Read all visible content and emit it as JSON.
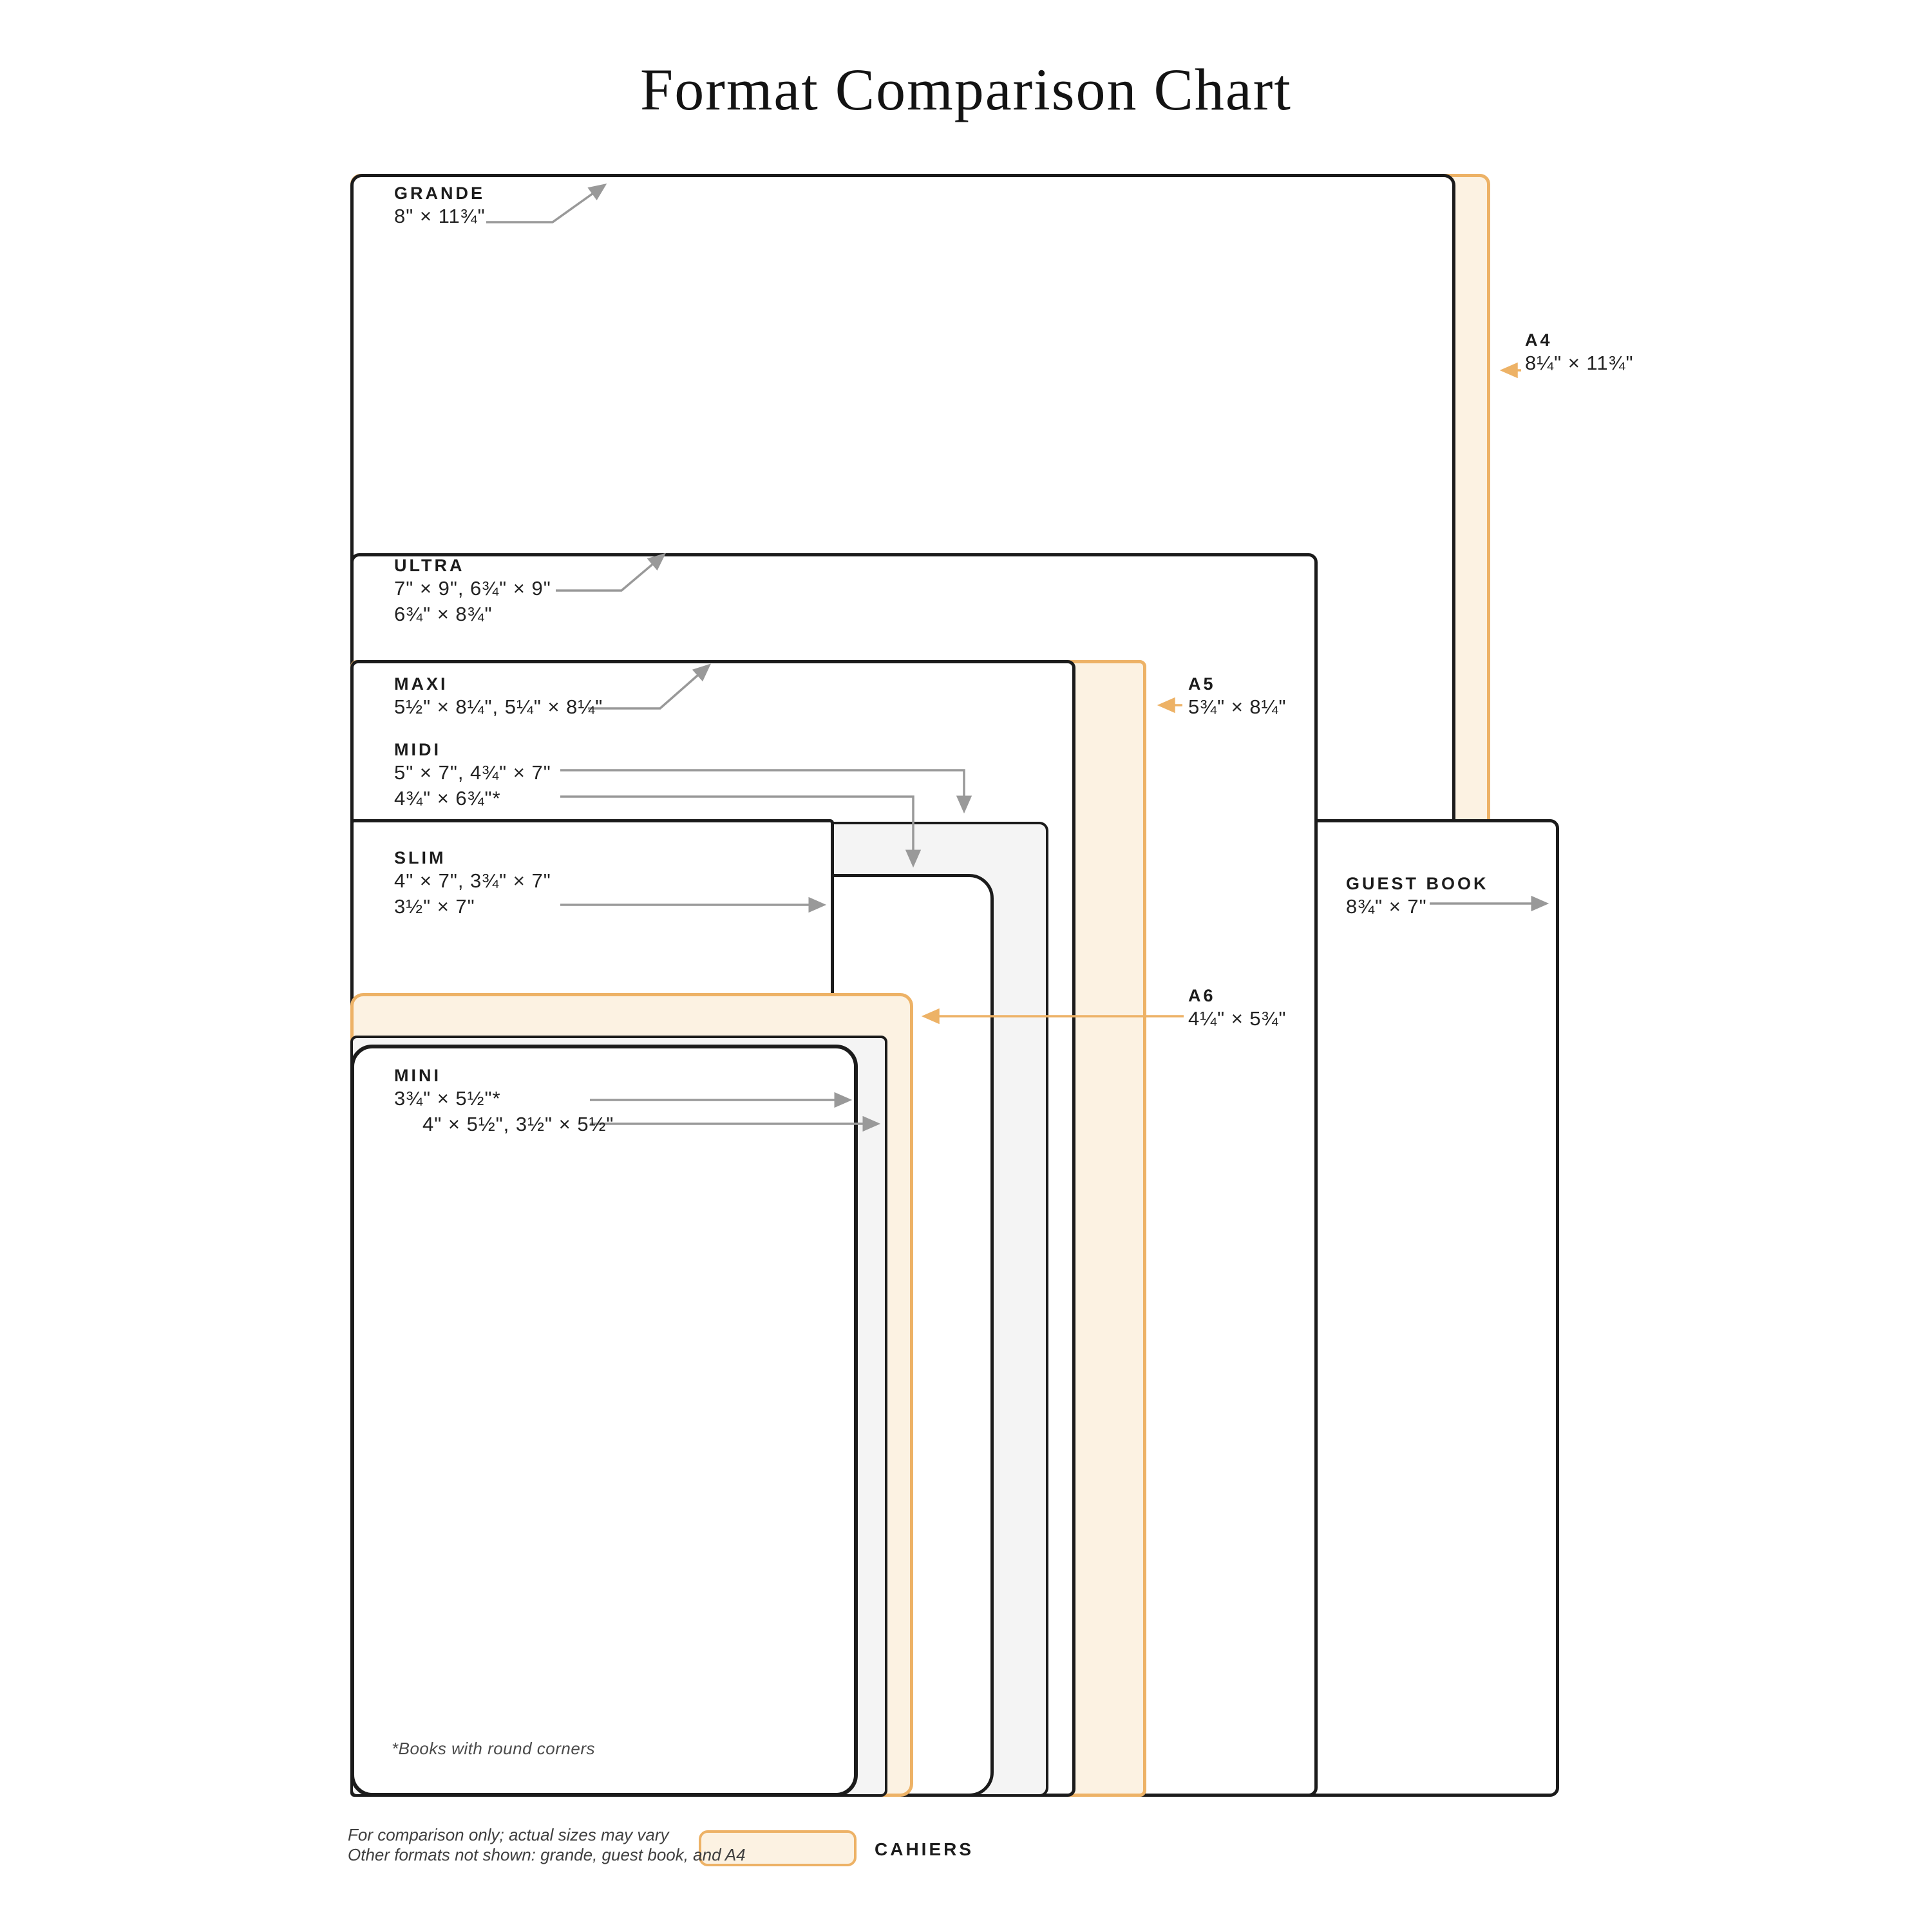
{
  "title": "Format Comparison Chart",
  "formats": {
    "grande": {
      "name": "GRANDE",
      "dims1": "8\" × 11¾\""
    },
    "ultra": {
      "name": "ULTRA",
      "dims1": "7\" × 9\", 6¾\" × 9\"",
      "dims2": "6¾\" × 8¾\""
    },
    "maxi": {
      "name": "MAXI",
      "dims1": "5½\" × 8¼\", 5¼\" × 8¼\""
    },
    "midi": {
      "name": "MIDI",
      "dims1": "5\" × 7\", 4¾\" × 7\"",
      "dims2": "4¾\" × 6¾\"*"
    },
    "slim": {
      "name": "SLIM",
      "dims1": "4\" × 7\", 3¾\" × 7\"",
      "dims2": "3½\" × 7\""
    },
    "mini": {
      "name": "MINI",
      "dims1": "3¾\" × 5½\"*",
      "dims2": "4\" × 5½\", 3½\" × 5½\""
    },
    "a4": {
      "name": "A4",
      "dims1": "8¼\" × 11¾\""
    },
    "a5": {
      "name": "A5",
      "dims1": "5¾\" × 8¼\""
    },
    "a6": {
      "name": "A6",
      "dims1": "4¼\" × 5¾\""
    },
    "guest_book": {
      "name": "GUEST BOOK",
      "dims1": "8¾\" × 7\""
    }
  },
  "legend": {
    "label": "CAHIERS"
  },
  "notes": {
    "round_corners": "*Books with round corners",
    "line1": "For comparison only; actual sizes may vary",
    "line2": "Other formats not shown: grande, guest book, and A4"
  },
  "colors": {
    "accent_border": "#edb266",
    "accent_fill": "#fcf2e2",
    "black": "#1b1b1b",
    "gray_fill": "#f4f4f4",
    "arrow_gray": "#999999"
  }
}
